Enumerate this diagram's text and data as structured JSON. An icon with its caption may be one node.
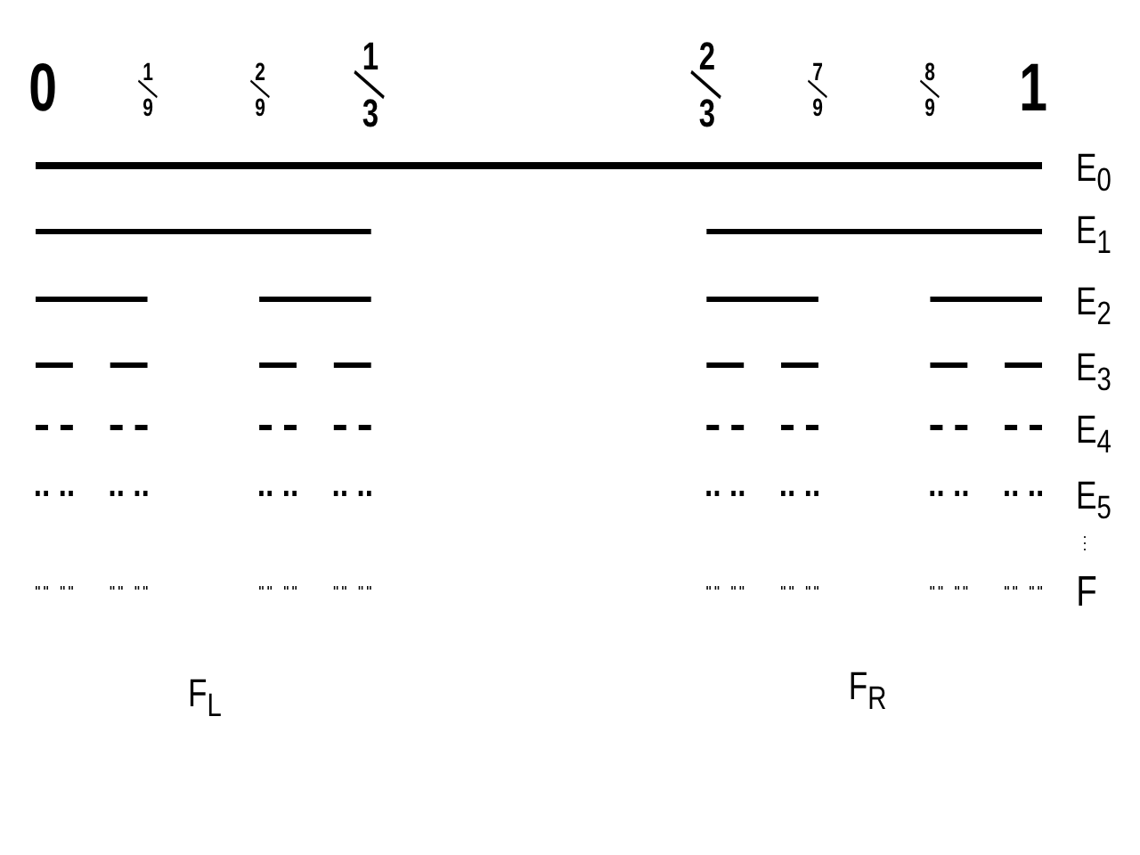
{
  "diagram": {
    "labels": [
      "0",
      "1/9",
      "2/9",
      "1/3",
      "2/3",
      "7/9",
      "8/9",
      "1",
      "E$_{0}$",
      "E$_{1}$",
      "E$_{2}$",
      "E$_{3}$",
      "E$_{4}$",
      "E$_{5}$",
      "⋮",
      "F",
      "F$_{L}$",
      "F$_{R}$"
    ]
  }
}
